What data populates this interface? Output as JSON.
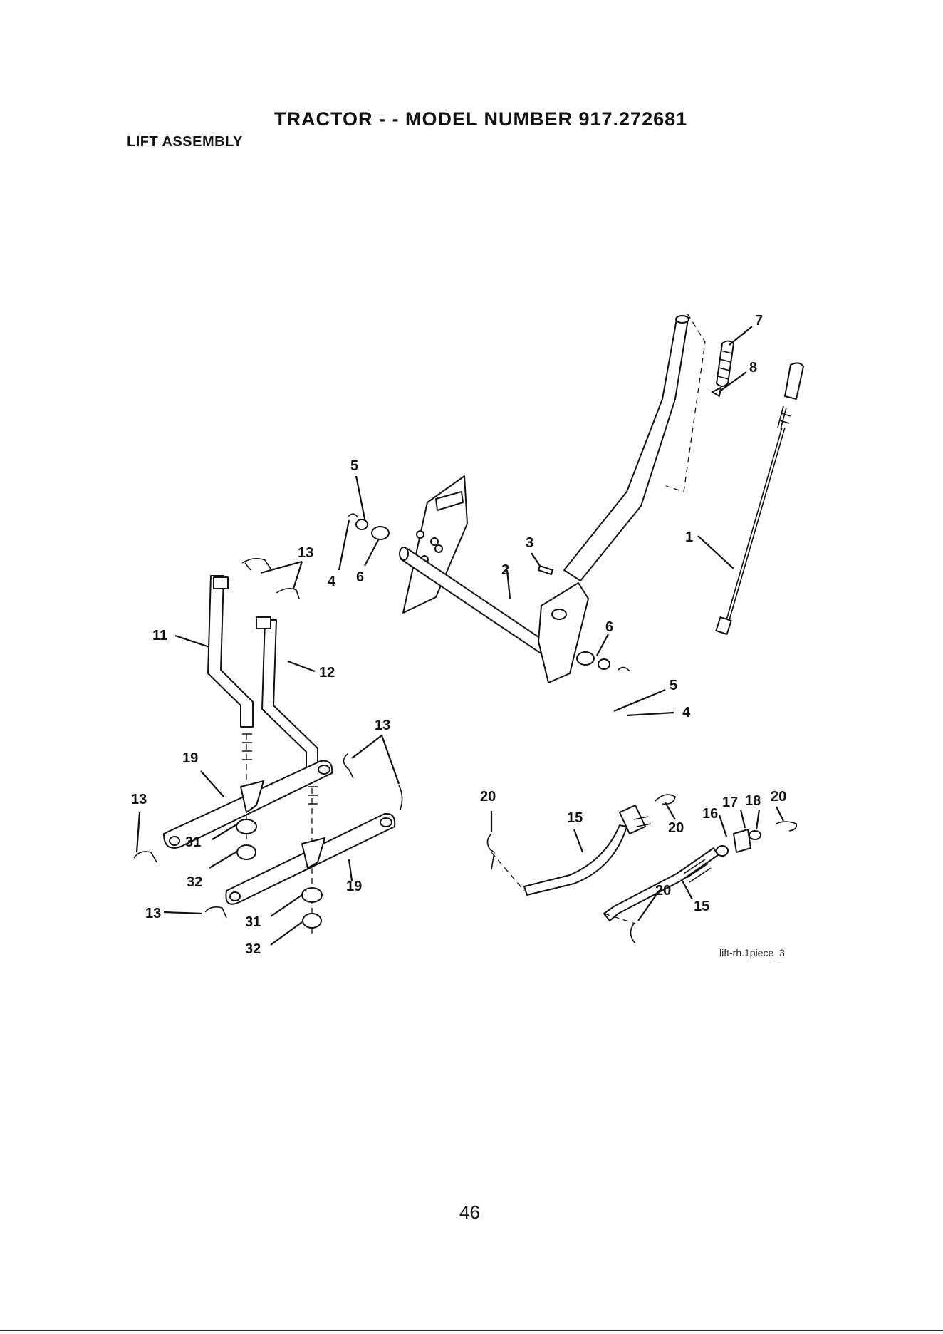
{
  "header": {
    "title": "TRACTOR - - MODEL NUMBER  917.272681",
    "subtitle": "LIFT ASSEMBLY"
  },
  "diagram": {
    "drawing_id": "lift-rh.1piece_3",
    "callouts": [
      "7",
      "8",
      "5",
      "1",
      "3",
      "13",
      "4",
      "6",
      "2",
      "11",
      "12",
      "6",
      "5",
      "4",
      "13",
      "19",
      "13",
      "31",
      "32",
      "19",
      "13",
      "31",
      "32",
      "20",
      "15",
      "20",
      "16",
      "17",
      "18",
      "20",
      "20",
      "15"
    ]
  },
  "footer": {
    "page_number": "46"
  }
}
